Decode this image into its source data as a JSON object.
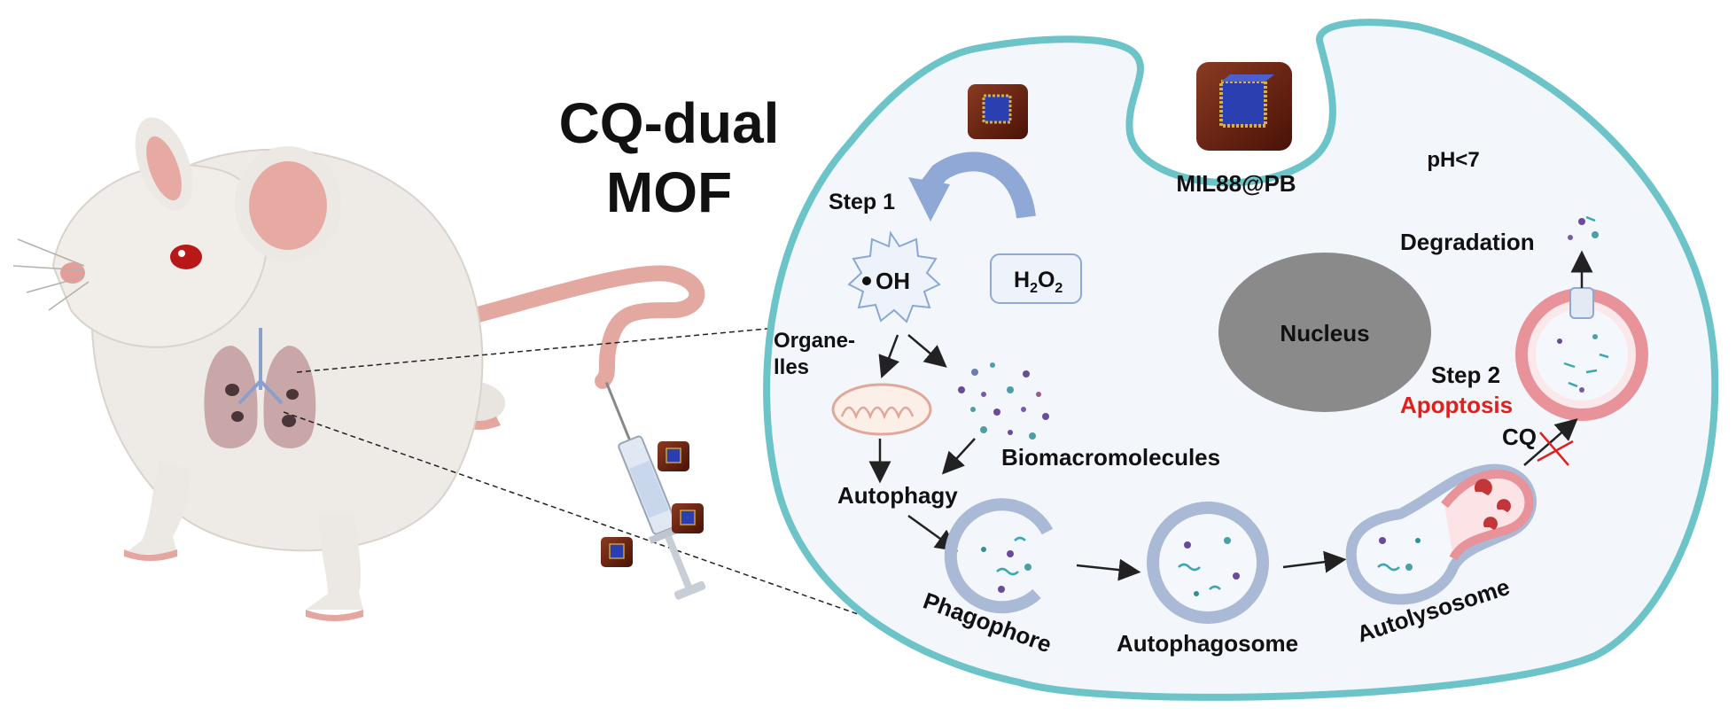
{
  "title": {
    "line1": "CQ-dual",
    "line2": "MOF"
  },
  "labels": {
    "material": "MIL88@PB",
    "ph": "pH<7",
    "step1": "Step 1",
    "hydroxyl": "OH",
    "h2o2_h": "H",
    "h2o2_sub1": "2",
    "h2o2_o": "O",
    "h2o2_sub2": "2",
    "organelles_1": "Organe-",
    "organelles_2": "lles",
    "biomacromolecules": "Biomacromolecules",
    "autophagy": "Autophagy",
    "phagophore": "Phagophore",
    "autophagosome": "Autophagosome",
    "autolysosome": "Autolysosome",
    "nucleus": "Nucleus",
    "degradation": "Degradation",
    "step2": "Step 2",
    "apoptosis": "Apoptosis",
    "cq": "CQ"
  },
  "colors": {
    "membrane": "#6cc4c8",
    "cytoplasm": "#f3f6fb",
    "mof_shell": "#6b1f10",
    "mof_core": "#2b3fb0",
    "arrow_blue": "#8fa8d6",
    "apoptosis_red": "#e0201b",
    "nucleus": "#8a8a8a",
    "lysosome": "#e8929a"
  }
}
